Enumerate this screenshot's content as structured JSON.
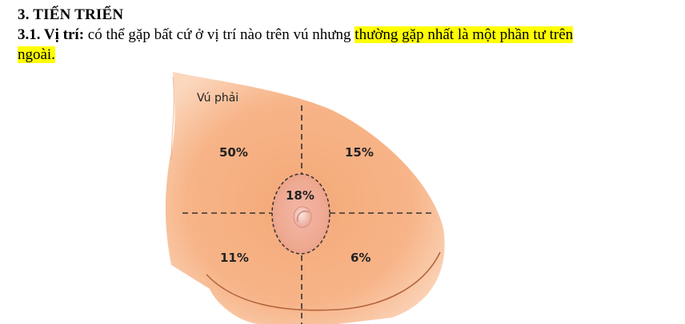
{
  "section": {
    "heading": "3. TIẾN TRIỂN"
  },
  "paragraph": {
    "label": "3.1. Vị trí:",
    "text_before_highlight": " có thể gặp bất cứ ở vị trí nào trên vú nhưng ",
    "highlighted_part1": "thường gặp nhất là một phần tư trên",
    "highlighted_part2": "ngoài."
  },
  "figure": {
    "side_label": "Vú phải",
    "upper_outer": "50%",
    "upper_inner": "15%",
    "central": "18%",
    "lower_outer": "11%",
    "lower_inner": "6%",
    "colors": {
      "skin": "#f7b488",
      "skin_edge": "#fbd7bd",
      "areola": "#eea890",
      "nipple": "#f3c2b5",
      "dashes": "#333333"
    }
  }
}
